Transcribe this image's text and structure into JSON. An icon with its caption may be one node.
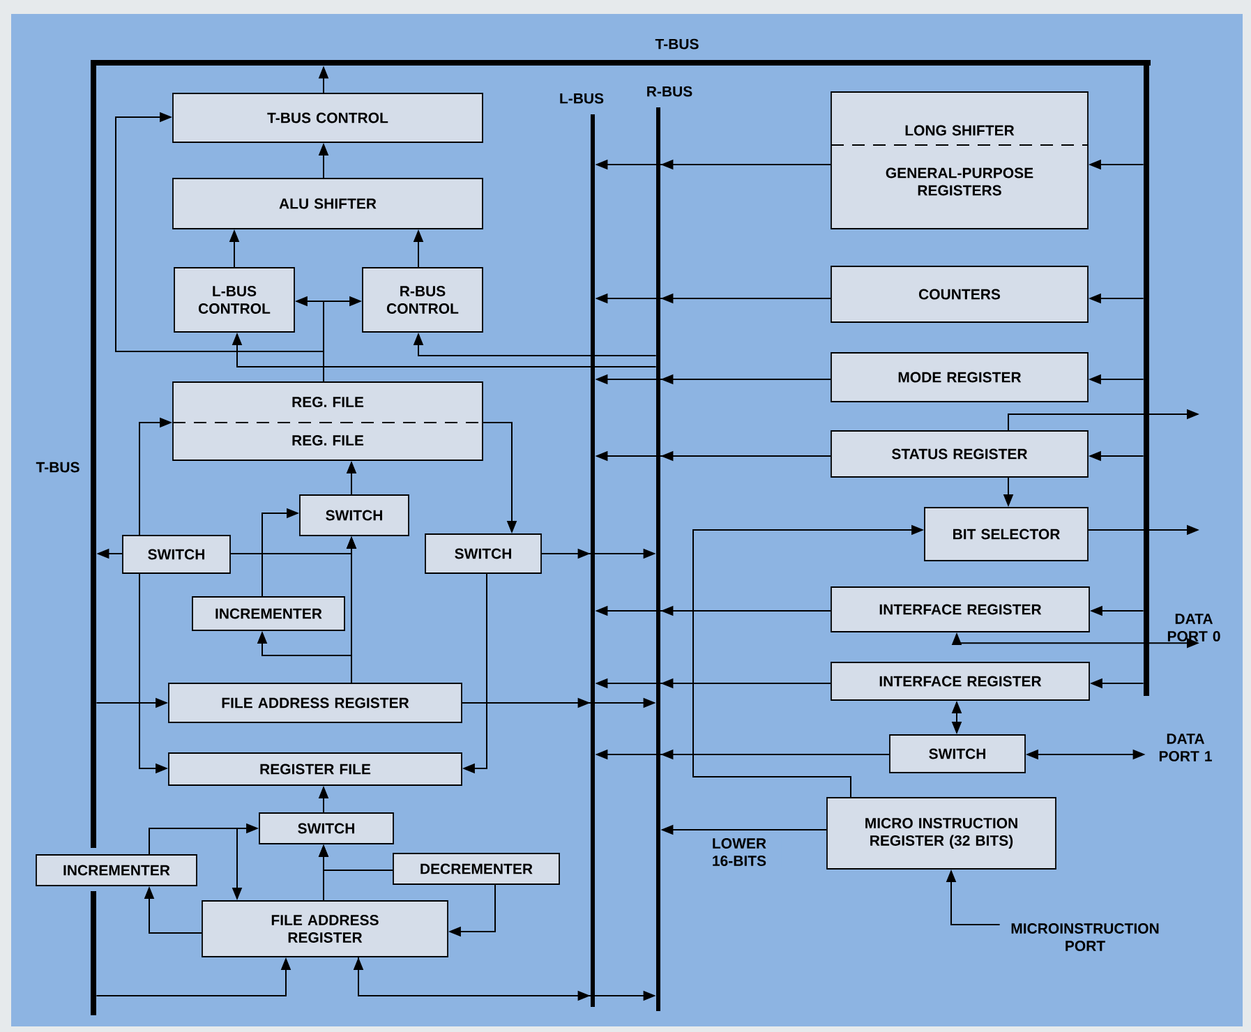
{
  "diagram": {
    "nodes": [
      {
        "text": [
          "T-BUS"
        ]
      },
      {
        "text": [
          "T-BUS"
        ]
      },
      {
        "text": [],
        "shape": "bar"
      },
      {
        "text": [
          "L-BUS"
        ]
      },
      {
        "text": [
          "R-BUS"
        ]
      },
      {
        "text": [
          "T-BUS CONTROL"
        ]
      },
      {
        "text": [
          "ALU SHIFTER"
        ]
      },
      {
        "text": [
          "L-BUS CONTROL"
        ]
      },
      {
        "text": [
          "R-BUS CONTROL"
        ]
      },
      {
        "text": [
          "REG. FILE",
          "REG. FILE"
        ]
      },
      {
        "text": [
          "SWITCH"
        ]
      },
      {
        "text": [
          "SWITCH"
        ]
      },
      {
        "text": [
          "SWITCH"
        ]
      },
      {
        "text": [
          "INCREMENTER"
        ]
      },
      {
        "text": [
          "FILE ADDRESS REGISTER"
        ]
      },
      {
        "text": [
          "REGISTER FILE"
        ]
      },
      {
        "text": [
          "SWITCH"
        ]
      },
      {
        "text": [
          "INCREMENTER"
        ]
      },
      {
        "text": [
          "DECREMENTER"
        ]
      },
      {
        "text": [
          "FILE ADDRESS REGISTER"
        ]
      },
      {
        "text": [
          "LONG SHIFTER",
          "GENERAL-PURPOSE REGISTERS"
        ]
      },
      {
        "text": [
          "COUNTERS"
        ]
      },
      {
        "text": [
          "MODE REGISTER"
        ]
      },
      {
        "text": [
          "STATUS REGISTER"
        ]
      },
      {
        "text": [
          "BIT SELECTOR"
        ]
      },
      {
        "text": [
          "INTERFACE REGISTER"
        ]
      },
      {
        "text": [
          "INTERFACE REGISTER"
        ]
      },
      {
        "text": [
          "SWITCH"
        ]
      },
      {
        "text": [
          "MICRO INSTRUCTION REGISTER (32 BITS)"
        ]
      },
      {
        "text": [
          "DATA PORT 0"
        ]
      },
      {
        "text": [
          "DATA PORT 1"
        ]
      },
      {
        "text": [
          "MICROINSTRUCTION PORT"
        ]
      }
    ],
    "edges": [
      {
        "from": 5,
        "to": 0,
        "arrow": "to"
      },
      {
        "from": 6,
        "to": 5,
        "arrow": "to"
      },
      {
        "from": 7,
        "to": 6,
        "arrow": "to"
      },
      {
        "from": 8,
        "to": 6,
        "arrow": "to"
      },
      {
        "from": 9,
        "to": 7,
        "arrow": "to"
      },
      {
        "from": 9,
        "to": 8,
        "arrow": "to"
      },
      {
        "from": 9,
        "to": 5,
        "arrow": "to"
      },
      {
        "from": 4,
        "to": 7,
        "arrow": "to"
      },
      {
        "from": 4,
        "to": 8,
        "arrow": "to"
      },
      {
        "from": 20,
        "to": 3,
        "arrow": "to"
      },
      {
        "from": 20,
        "to": 4,
        "arrow": "to"
      },
      {
        "from": 21,
        "to": 3,
        "arrow": "to"
      },
      {
        "from": 21,
        "to": 4,
        "arrow": "to"
      },
      {
        "from": 22,
        "to": 3,
        "arrow": "to"
      },
      {
        "from": 22,
        "to": 4,
        "arrow": "to"
      },
      {
        "from": 23,
        "to": 3,
        "arrow": "to"
      },
      {
        "from": 23,
        "to": 4,
        "arrow": "to"
      },
      {
        "from": 25,
        "to": 3,
        "arrow": "to"
      },
      {
        "from": 25,
        "to": 4,
        "arrow": "to"
      },
      {
        "from": 26,
        "to": 3,
        "arrow": "to"
      },
      {
        "from": 26,
        "to": 4,
        "arrow": "to"
      },
      {
        "from": 27,
        "to": 3,
        "arrow": "to"
      },
      {
        "from": 27,
        "to": 4,
        "arrow": "to"
      },
      {
        "from": 28,
        "to": 4,
        "arrow": "to",
        "label": "LOWER 16-BITS"
      },
      {
        "from": 2,
        "to": 20,
        "arrow": "to"
      },
      {
        "from": 2,
        "to": 21,
        "arrow": "to"
      },
      {
        "from": 2,
        "to": 22,
        "arrow": "to"
      },
      {
        "from": 2,
        "to": 23,
        "arrow": "to"
      },
      {
        "from": 2,
        "to": 25,
        "arrow": "to"
      },
      {
        "from": 2,
        "to": 26,
        "arrow": "to"
      },
      {
        "from": 23,
        "to": null,
        "arrow": "to"
      },
      {
        "from": 23,
        "to": 24,
        "arrow": "to"
      },
      {
        "from": 24,
        "to": null,
        "arrow": "to"
      },
      {
        "from": 28,
        "to": 24,
        "arrow": "to"
      },
      {
        "from": 25,
        "to": 29,
        "arrow": "both"
      },
      {
        "from": 26,
        "to": 27,
        "arrow": "both"
      },
      {
        "from": 27,
        "to": 30,
        "arrow": "both"
      },
      {
        "from": 31,
        "to": 28,
        "arrow": "to"
      },
      {
        "from": 12,
        "to": 3,
        "arrow": "to"
      },
      {
        "from": 12,
        "to": 4,
        "arrow": "to"
      },
      {
        "from": 14,
        "to": 3,
        "arrow": "to"
      },
      {
        "from": 14,
        "to": 4,
        "arrow": "to"
      },
      {
        "from": 19,
        "to": 3,
        "arrow": "both"
      },
      {
        "from": 19,
        "to": 4,
        "arrow": "to"
      },
      {
        "from": 1,
        "to": 19,
        "arrow": "to"
      },
      {
        "from": 1,
        "to": 14,
        "arrow": "to"
      },
      {
        "from": 11,
        "to": 1,
        "arrow": "to"
      },
      {
        "from": 11,
        "to": 9,
        "arrow": "to"
      },
      {
        "from": 11,
        "to": 15,
        "arrow": "to"
      },
      {
        "from": 11,
        "to": 10,
        "arrow": "to"
      },
      {
        "from": 14,
        "to": 10,
        "arrow": "to"
      },
      {
        "from": 13,
        "to": 10,
        "arrow": "to"
      },
      {
        "from": 14,
        "to": 13,
        "arrow": "to"
      },
      {
        "from": 10,
        "to": 9,
        "arrow": "to"
      },
      {
        "from": 9,
        "to": 12,
        "arrow": "to"
      },
      {
        "from": 12,
        "to": 15,
        "arrow": "to"
      },
      {
        "from": 16,
        "to": 15,
        "arrow": "to"
      },
      {
        "from": 19,
        "to": 16,
        "arrow": "to"
      },
      {
        "from": 18,
        "to": 16,
        "arrow": "to"
      },
      {
        "from": 18,
        "to": 19,
        "arrow": "to"
      },
      {
        "from": 17,
        "to": 16,
        "arrow": "to"
      },
      {
        "from": 17,
        "to": 19,
        "arrow": "to"
      },
      {
        "from": 19,
        "to": 17,
        "arrow": "to"
      }
    ]
  }
}
